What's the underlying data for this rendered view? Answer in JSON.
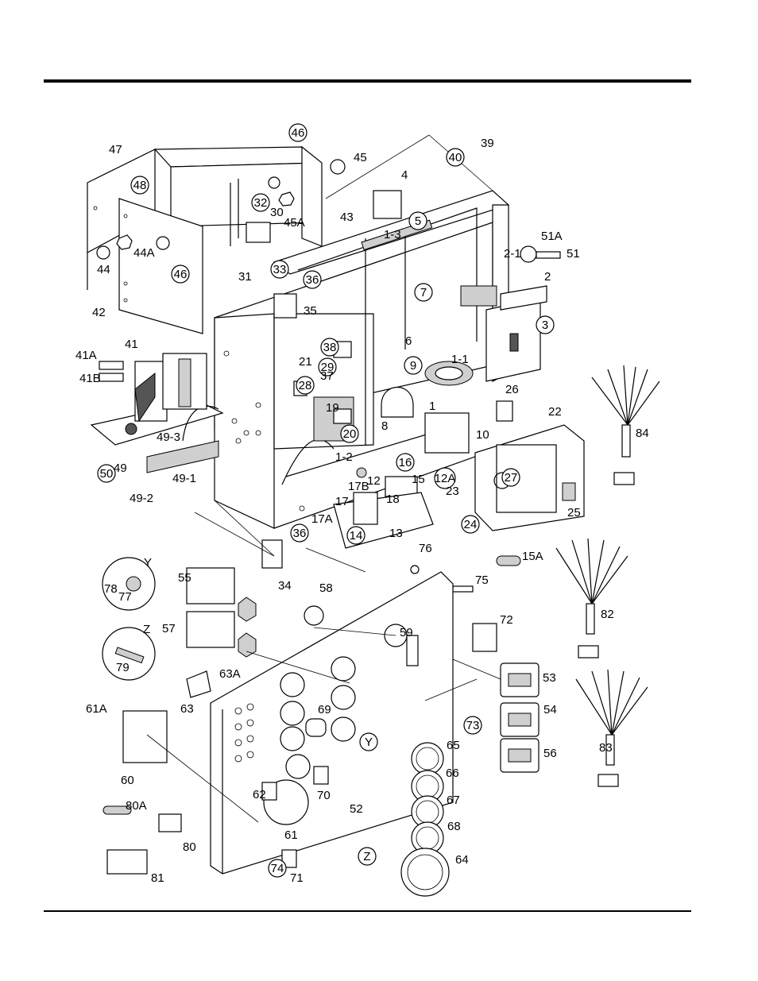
{
  "labels": [
    "47",
    "46",
    "45",
    "39",
    "40",
    "48",
    "4",
    "5",
    "43",
    "30",
    "45A",
    "32",
    "44A",
    "44",
    "46",
    "31",
    "33",
    "1-3",
    "51A",
    "51",
    "2-1",
    "2",
    "42",
    "36",
    "35",
    "7",
    "3",
    "6",
    "41A",
    "41",
    "41B",
    "38",
    "21",
    "29",
    "37",
    "9",
    "1-1",
    "26",
    "22",
    "28",
    "19",
    "8",
    "84",
    "1",
    "10",
    "20",
    "49-3",
    "1-2",
    "12A",
    "49",
    "50",
    "49-1",
    "16",
    "12",
    "15",
    "27",
    "23",
    "49-2",
    "17B",
    "17",
    "18",
    "25",
    "17A",
    "24",
    "13",
    "36",
    "14",
    "15A",
    "55",
    "76",
    "75",
    "34",
    "Y",
    "58",
    "78",
    "77",
    "72",
    "82",
    "59",
    "57",
    "Z",
    "53",
    "63A",
    "79",
    "54",
    "63",
    "69",
    "73",
    "61A",
    "Y",
    "65",
    "56",
    "83",
    "66",
    "60",
    "70",
    "62",
    "67",
    "80A",
    "52",
    "68",
    "61",
    "80",
    "Z",
    "64",
    "74",
    "71",
    "81"
  ]
}
